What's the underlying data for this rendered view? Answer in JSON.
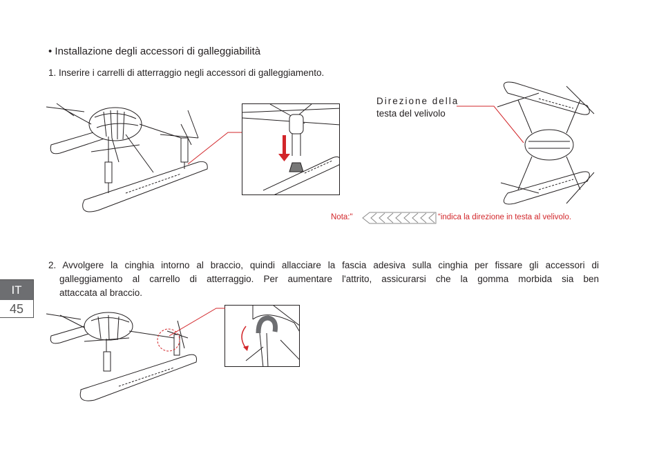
{
  "section": {
    "title": "• Installazione degli accessori di galleggiabilità",
    "step1": "1. Inserire i carrelli di atterraggio negli accessori di galleggiamento.",
    "callout_line1": "Direzione della",
    "callout_line2": "testa del velivolo",
    "nota_prefix": "Nota:\"",
    "nota_suffix": "“indica la direzione in testa al velivolo.",
    "step2_line1": "2. Avvolgere la cinghia intorno al braccio, quindi allacciare la fascia adesiva sulla cinghia per fissare gli accessori di",
    "step2_line2": "galleggiamento al carrello di atterraggio. Per aumentare l'attrito, assicurarsi che la gomma morbida sia ben",
    "step2_line3": "attaccata al braccio."
  },
  "side_tab": {
    "language": "IT",
    "page_number": "45"
  },
  "colors": {
    "accent": "#d2262a",
    "tab_gray": "#6d6e71",
    "line": "#231f20"
  },
  "icons": {
    "direction": "chevron-arrow-left-icon"
  }
}
